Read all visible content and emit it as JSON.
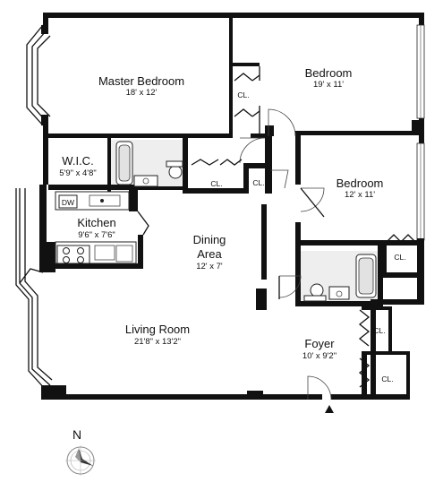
{
  "rooms": {
    "master_bedroom": {
      "name": "Master Bedroom",
      "dims": "18' x 12'"
    },
    "bedroom_1": {
      "name": "Bedroom",
      "dims": "19' x 11'"
    },
    "bedroom_2": {
      "name": "Bedroom",
      "dims": "12' x 11'"
    },
    "wic": {
      "name": "W.I.C.",
      "dims": "5'9\" x 4'8\""
    },
    "kitchen": {
      "name": "Kitchen",
      "dims": "9'6\" x 7'6\""
    },
    "dining": {
      "name_line1": "Dining",
      "name_line2": "Area",
      "dims": "12' x 7'"
    },
    "living": {
      "name": "Living Room",
      "dims": "21'8\" x 13'2\""
    },
    "foyer": {
      "name": "Foyer",
      "dims": "10' x 9'2\""
    }
  },
  "closets": {
    "label": "CL."
  },
  "appliances": {
    "dishwasher": "DW"
  },
  "compass": {
    "north": "N"
  }
}
